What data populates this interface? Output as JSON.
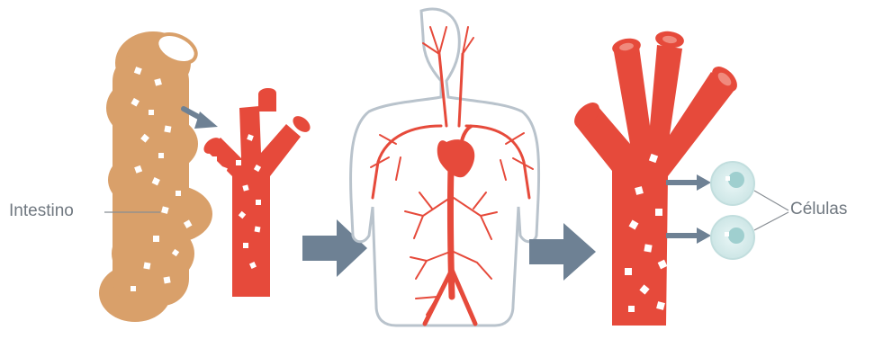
{
  "labels": {
    "intestine": "Intestino",
    "cells": "Células"
  },
  "colors": {
    "vessel": "#e64a3b",
    "intestine": "#d9a06a",
    "arrow": "#6e8194",
    "cell": "#d6ecec",
    "cell_nucleus": "#9fcfcf",
    "body_outline": "#b9c3cc",
    "leader_line": "#888e94"
  },
  "icons": [
    "intestine-illustration",
    "blood-vessel-icon",
    "human-circulatory-system-icon",
    "heart-icon",
    "cell-icon",
    "arrow-icon"
  ]
}
